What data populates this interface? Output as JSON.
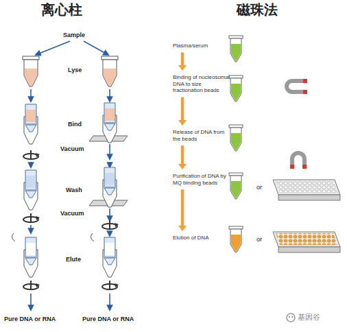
{
  "diagram": {
    "nodes": [
      {
        "text": [
          "Plasma/serum"
        ]
      },
      {
        "text": [
          "Binding of nucleosomal DNA to size fractionation beads"
        ]
      },
      {
        "text": [
          "Release of DNA from the beads"
        ]
      },
      {
        "text": [
          "Purification of DNA by MQ binding beads"
        ]
      },
      {
        "text": [
          "Elution of DNA"
        ]
      }
    ],
    "edges": [
      {
        "from": 0,
        "to": 1,
        "arrow": "to"
      },
      {
        "from": 1,
        "to": 2,
        "arrow": "to"
      },
      {
        "from": 2,
        "to": 3,
        "arrow": "to"
      },
      {
        "from": 3,
        "to": 4,
        "arrow": "to"
      }
    ],
    "labels": [
      "离心柱",
      "磁珠法",
      "Sample",
      "Lyse",
      "Bind",
      "Vacuum",
      "Wash",
      "Vacuum",
      "Elute",
      "Pure DNA or RNA",
      "Pure DNA or RNA",
      "or",
      "or",
      "基因谷"
    ]
  }
}
